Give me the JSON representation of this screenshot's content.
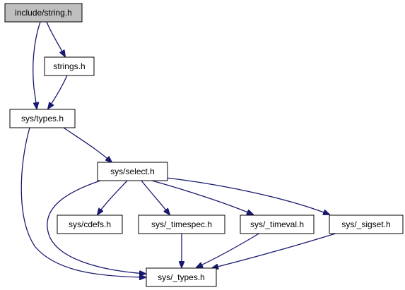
{
  "diagram": {
    "colors": {
      "edge": "#191970",
      "node_border": "#000000",
      "node_fill": "#ffffff",
      "root_fill": "#bfbfbf",
      "text": "#000000"
    },
    "nodes": [
      {
        "id": "string_h",
        "label": "include/string.h",
        "root": true
      },
      {
        "id": "strings_h",
        "label": "strings.h"
      },
      {
        "id": "sys_types_h",
        "label": "sys/types.h"
      },
      {
        "id": "sys_select_h",
        "label": "sys/select.h"
      },
      {
        "id": "sys_cdefs_h",
        "label": "sys/cdefs.h"
      },
      {
        "id": "sys_timespec_h",
        "label": "sys/_timespec.h"
      },
      {
        "id": "sys_timeval_h",
        "label": "sys/_timeval.h"
      },
      {
        "id": "sys_sigset_h",
        "label": "sys/_sigset.h"
      },
      {
        "id": "sys__types_h",
        "label": "sys/_types.h"
      }
    ],
    "edges": [
      {
        "from": "string_h",
        "to": "strings_h"
      },
      {
        "from": "string_h",
        "to": "sys_types_h"
      },
      {
        "from": "strings_h",
        "to": "sys_types_h"
      },
      {
        "from": "sys_types_h",
        "to": "sys_select_h"
      },
      {
        "from": "sys_types_h",
        "to": "sys__types_h"
      },
      {
        "from": "sys_select_h",
        "to": "sys_cdefs_h"
      },
      {
        "from": "sys_select_h",
        "to": "sys_timespec_h"
      },
      {
        "from": "sys_select_h",
        "to": "sys_timeval_h"
      },
      {
        "from": "sys_select_h",
        "to": "sys_sigset_h"
      },
      {
        "from": "sys_select_h",
        "to": "sys__types_h"
      },
      {
        "from": "sys_timespec_h",
        "to": "sys__types_h"
      },
      {
        "from": "sys_timeval_h",
        "to": "sys__types_h"
      },
      {
        "from": "sys_sigset_h",
        "to": "sys__types_h"
      }
    ]
  }
}
